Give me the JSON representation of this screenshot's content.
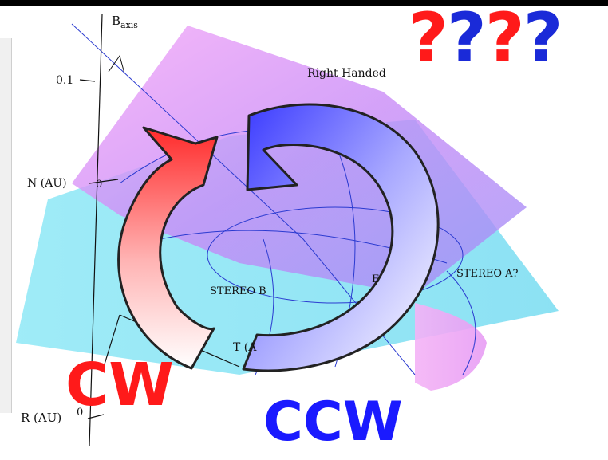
{
  "labels": {
    "b_axis_main": "B",
    "b_axis_sub": "axis",
    "tick_01": "0.1",
    "n_axis": "N (AU)",
    "n_zero": "0",
    "r_axis": "R (AU)",
    "r_zero": "0",
    "t_axis": "T (A",
    "right_handed": "Right Handed",
    "stereo_b": "STEREO B",
    "stereo_a": "STEREO A?",
    "partial_e": "E"
  },
  "overlay": {
    "question": "????",
    "cw": "CW",
    "ccw": "CCW"
  },
  "colors": {
    "cw_red": "#ff1a1a",
    "ccw_blue": "#1a1aff",
    "q_red": "#ff1a1a",
    "q_blue": "#1a2ad8",
    "plane_cyan": "#7fe3f5",
    "plane_magenta": "#e888f5"
  }
}
